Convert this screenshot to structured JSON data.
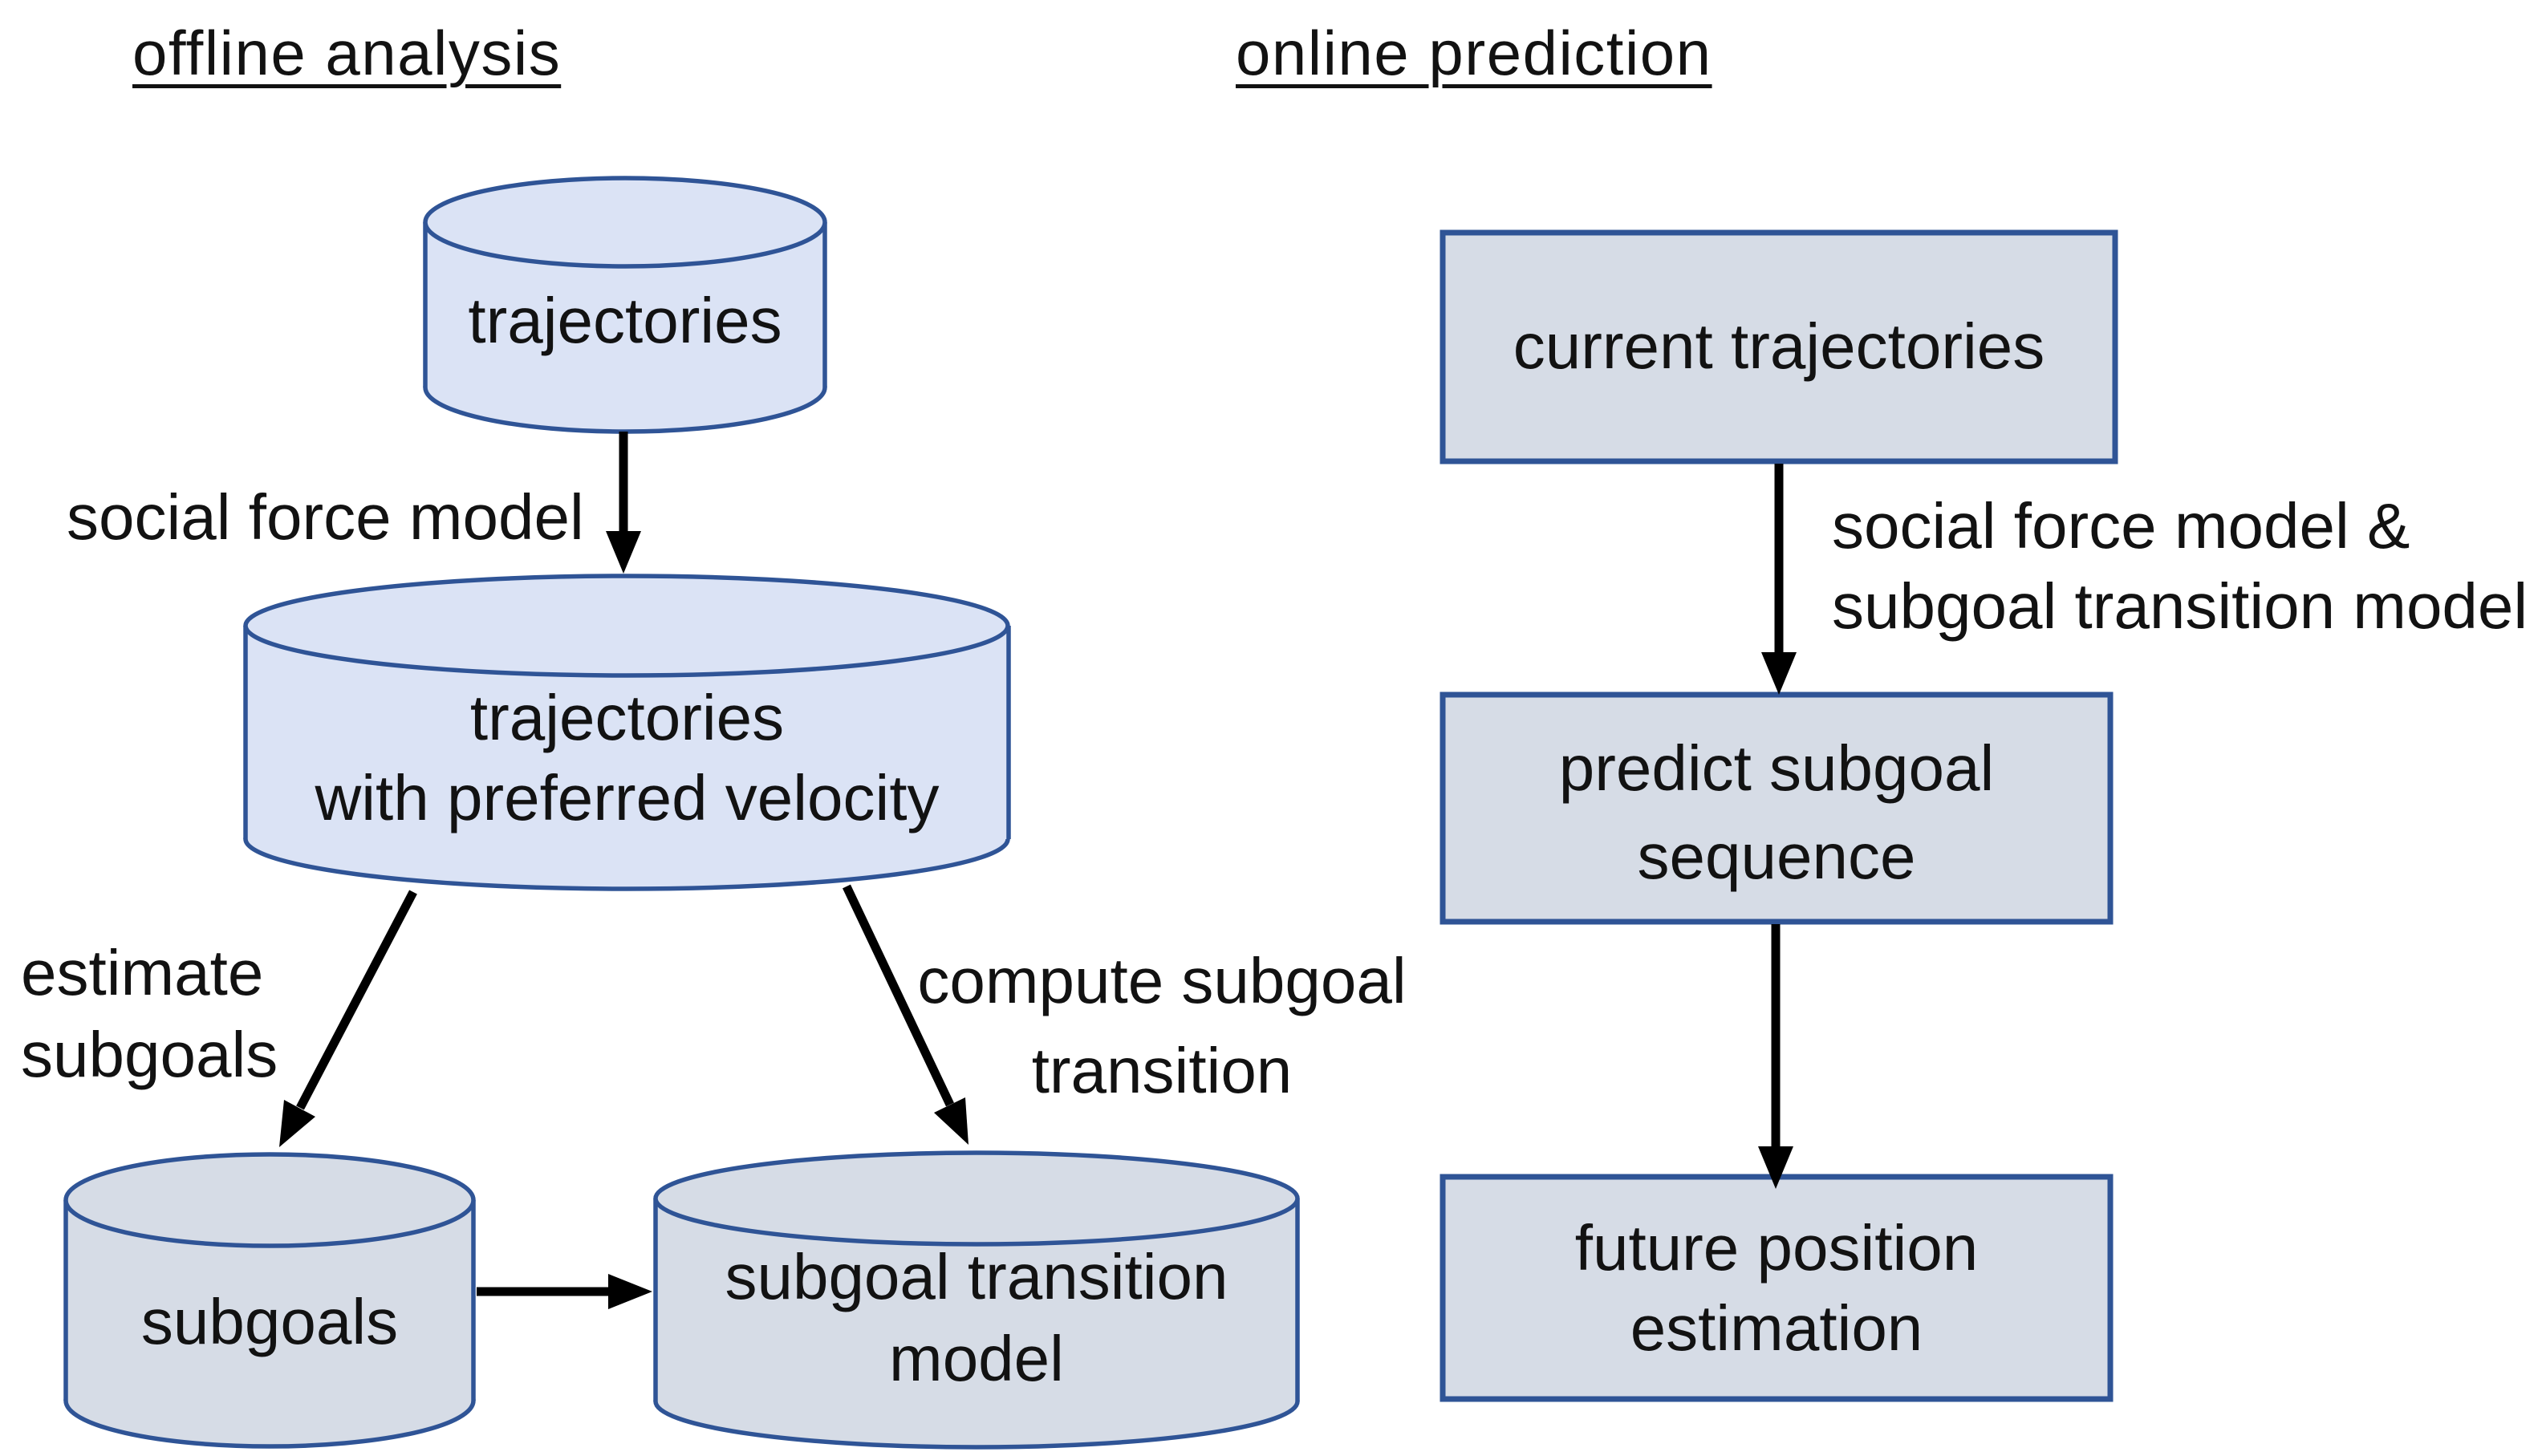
{
  "colors": {
    "ink": "#121212",
    "line_blue": "#2f5496",
    "fill_blue": "#dbe3f5",
    "fill_gray": "#d6dce6",
    "arrow": "#000000"
  },
  "titles": {
    "offline": "offline analysis",
    "online": "online prediction"
  },
  "offline": {
    "trajectories": "trajectories",
    "traj_pref": {
      "line1": "trajectories",
      "line2": "with preferred velocity"
    },
    "subgoals": "subgoals",
    "subgoal_transition_model": {
      "line1": "subgoal transition",
      "line2": "model"
    },
    "labels": {
      "social_force_model": "social force model",
      "estimate_line1": "estimate",
      "estimate_line2": "subgoals",
      "compute_line1": "compute subgoal",
      "compute_line2": "transition"
    }
  },
  "online": {
    "current_trajectories": "current trajectories",
    "predict": {
      "line1": "predict subgoal",
      "line2": "sequence"
    },
    "future": {
      "line1": "future position",
      "line2": "estimation"
    },
    "labels": {
      "line1": "social force model &",
      "line2": "subgoal transition model"
    }
  }
}
